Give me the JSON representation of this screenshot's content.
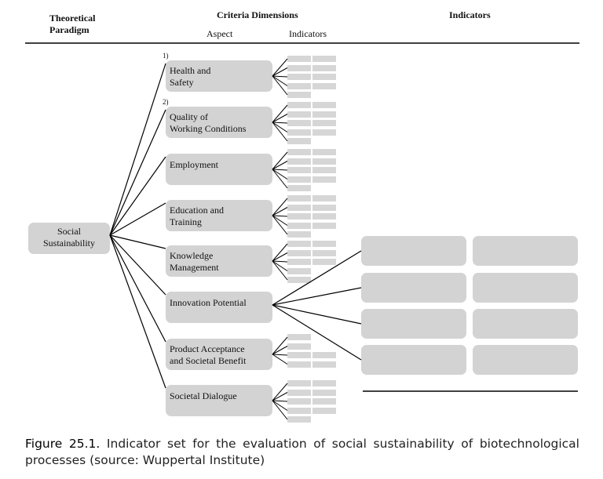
{
  "headers": {
    "paradigm": "Theoretical\nParadigm",
    "criteria": "Criteria Dimensions",
    "aspect": "Aspect",
    "indicators_sub": "Indicators",
    "indicators": "Indicators"
  },
  "root": "Social\nSustainability",
  "markers": [
    "1)",
    "2)"
  ],
  "aspects": [
    {
      "label": "Health and\nSafety",
      "indicator_rows": [
        2,
        2,
        2,
        2,
        1
      ]
    },
    {
      "label": "Quality of\nWorking Conditions",
      "indicator_rows": [
        2,
        2,
        2,
        2,
        1
      ]
    },
    {
      "label": "Employment",
      "indicator_rows": [
        2,
        2,
        2,
        2,
        1
      ]
    },
    {
      "label": "Education and\nTraining",
      "indicator_rows": [
        2,
        2,
        2,
        2,
        1
      ]
    },
    {
      "label": "Knowledge\nManagement",
      "indicator_rows": [
        2,
        2,
        2,
        1,
        1
      ]
    },
    {
      "label": "Innovation Potential",
      "indicator_rows": []
    },
    {
      "label": "Product Acceptance\nand Societal Benefit",
      "indicator_rows": [
        1,
        1,
        2,
        2
      ]
    },
    {
      "label": "Societal Dialogue",
      "indicator_rows": [
        2,
        2,
        2,
        2,
        1
      ]
    }
  ],
  "caption": {
    "prefix": "Figure 25.1.",
    "text": " Indicator set for the evaluation of social sustainability of biotechnological processes (source: Wuppertal Institute)"
  },
  "colors": {
    "box": "#d3d3d3",
    "line": "#000000"
  }
}
